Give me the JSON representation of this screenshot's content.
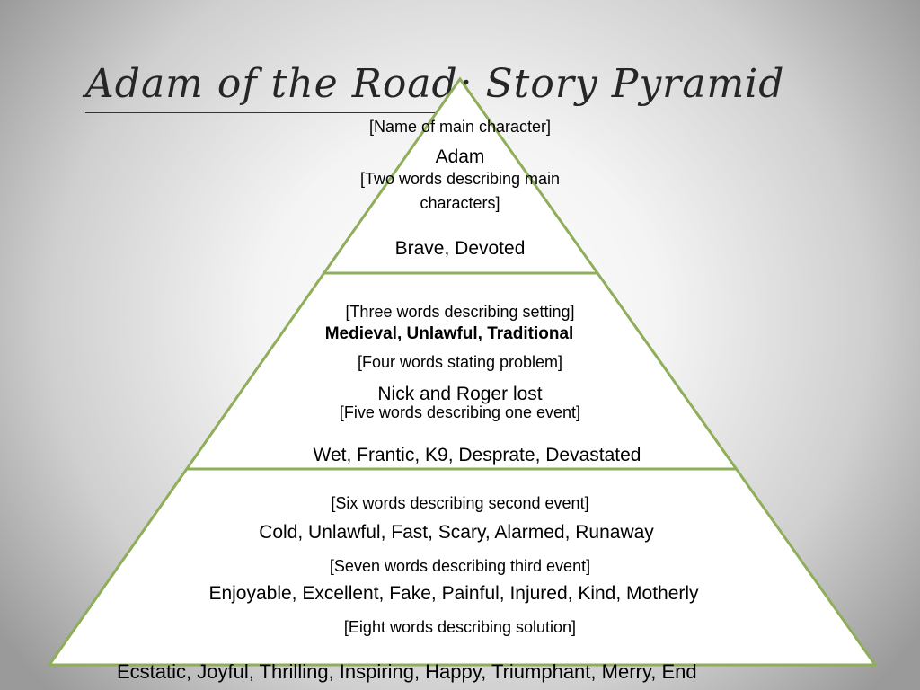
{
  "slide": {
    "title": "Adam of the Road: Story Pyramid",
    "colors": {
      "pyramid_stroke": "#8fae5a",
      "pyramid_fill": "#ffffff"
    }
  },
  "pyramid": {
    "name_prompt": "[Name of main character]",
    "name_answer": "Adam",
    "two_words_prompt_line1": "[Two words describing main",
    "two_words_prompt_line2": "characters]",
    "two_words_answer": "Brave, Devoted",
    "setting_prompt": "[Three words describing setting]",
    "setting_answer": "Medieval, Unlawful, Traditional",
    "problem_prompt": "[Four words stating problem]",
    "problem_answer": "Nick and Roger lost",
    "event1_prompt": "[Five words describing one event]",
    "event1_answer": "Wet, Frantic, K9, Desprate, Devastated",
    "event2_prompt": "[Six words describing second event]",
    "event2_answer": "Cold, Unlawful, Fast, Scary, Alarmed, Runaway",
    "event3_prompt": "[Seven words describing third event]",
    "event3_answer": "Enjoyable, Excellent, Fake, Painful, Injured, Kind, Motherly",
    "solution_prompt": "[Eight words describing solution]",
    "solution_answer": "Ecstatic, Joyful, Thrilling, Inspiring, Happy, Triumphant, Merry, End"
  }
}
